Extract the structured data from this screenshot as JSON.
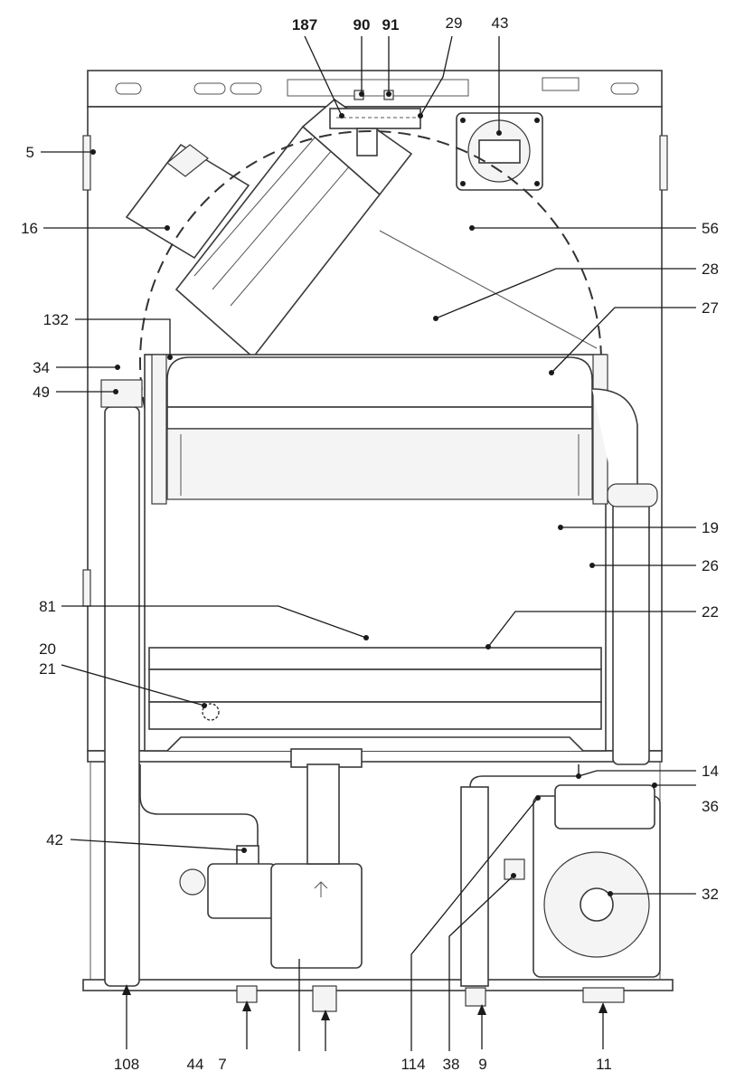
{
  "labels": {
    "l187": "187",
    "l90": "90",
    "l91": "91",
    "l29": "29",
    "l43": "43",
    "l5": "5",
    "l16": "16",
    "l56": "56",
    "l28": "28",
    "l132": "132",
    "l27": "27",
    "l34": "34",
    "l49": "49",
    "l19": "19",
    "l26": "26",
    "l81": "81",
    "l22": "22",
    "l20": "20",
    "l21": "21",
    "l14": "14",
    "l36": "36",
    "l42": "42",
    "l32": "32",
    "l108": "108",
    "l44": "44",
    "l7": "7",
    "l114": "114",
    "l38": "38",
    "l9": "9",
    "l11": "11"
  },
  "colors": {
    "line": "#1a1a1a",
    "part_stroke": "#3a3a3a",
    "background": "#ffffff"
  }
}
